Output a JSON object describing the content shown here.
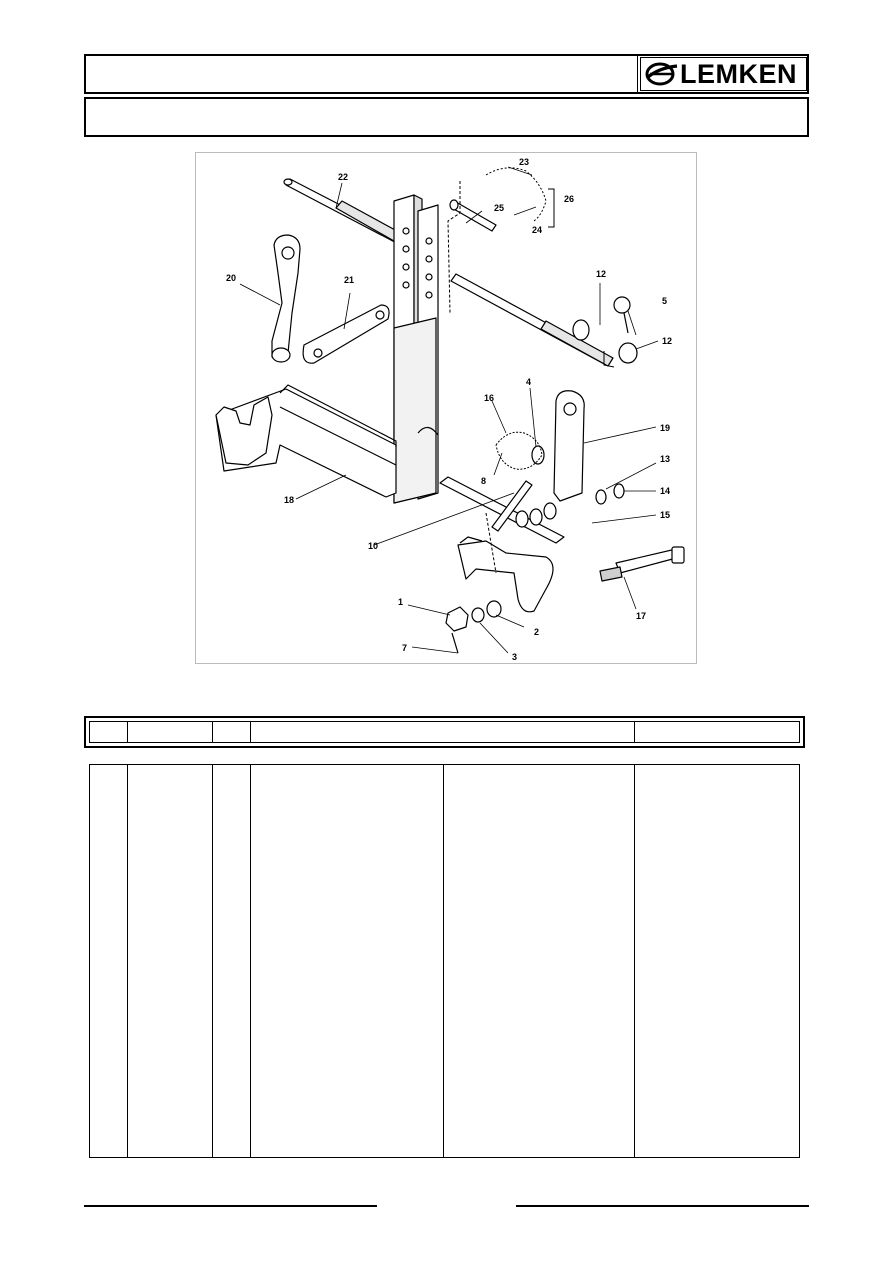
{
  "header": {
    "brand": "LEMKEN",
    "title": "",
    "subtitle": ""
  },
  "figure": {
    "callouts": [
      {
        "label": "22"
      },
      {
        "label": "23"
      },
      {
        "label": "26"
      },
      {
        "label": "25"
      },
      {
        "label": "24"
      },
      {
        "label": "20"
      },
      {
        "label": "21"
      },
      {
        "label": "12"
      },
      {
        "label": "5"
      },
      {
        "label": "12"
      },
      {
        "label": "16"
      },
      {
        "label": "4"
      },
      {
        "label": "19"
      },
      {
        "label": "8"
      },
      {
        "label": "13"
      },
      {
        "label": "14"
      },
      {
        "label": "18"
      },
      {
        "label": "15"
      },
      {
        "label": "10"
      },
      {
        "label": "1"
      },
      {
        "label": "2"
      },
      {
        "label": "17"
      },
      {
        "label": "3"
      },
      {
        "label": "7"
      }
    ]
  },
  "table": {
    "columns": [
      "",
      "",
      "",
      "",
      ""
    ],
    "rows": []
  },
  "footer": {
    "left": "",
    "right": ""
  }
}
